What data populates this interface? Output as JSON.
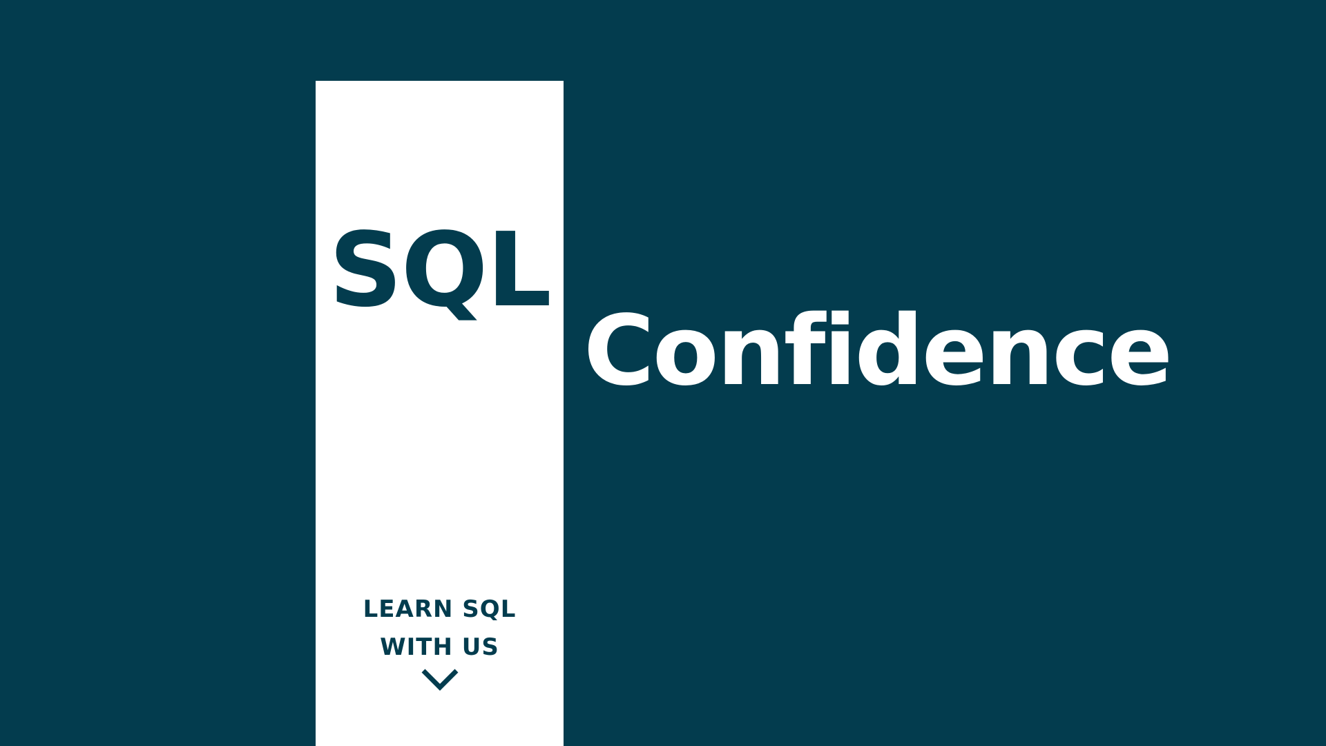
{
  "colors": {
    "background": "#033c4e",
    "panel": "#ffffff",
    "accent": "#033c4e"
  },
  "logo": {
    "text": "SQL"
  },
  "tagline": {
    "line1": "LEARN SQL",
    "line2": "WITH US",
    "icon": "chevron-down-icon"
  },
  "headline": {
    "text": "Confidence"
  }
}
